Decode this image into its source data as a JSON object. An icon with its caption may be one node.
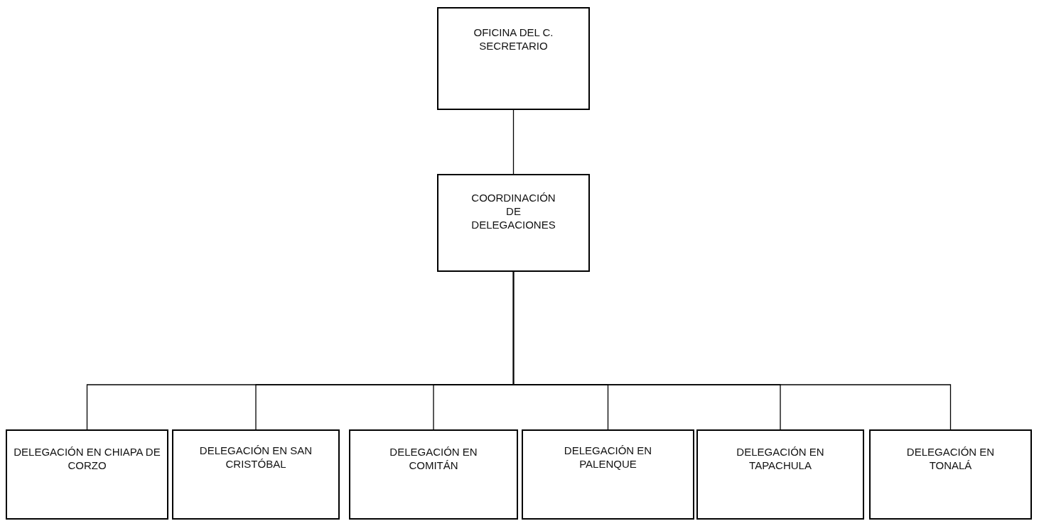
{
  "diagram": {
    "nodes": [
      {
        "text": [
          "OFICINA DEL C. SECRETARIO"
        ]
      },
      {
        "text": [
          "COORDINACIÓN DE DELEGACIONES"
        ]
      },
      {
        "text": [
          "DELEGACIÓN EN CHIAPA DE CORZO"
        ]
      },
      {
        "text": [
          "DELEGACIÓN EN SAN CRISTÓBAL"
        ]
      },
      {
        "text": [
          "DELEGACIÓN EN COMITÁN"
        ]
      },
      {
        "text": [
          "DELEGACIÓN EN PALENQUE"
        ]
      },
      {
        "text": [
          "DELEGACIÓN EN TAPACHULA"
        ]
      },
      {
        "text": [
          "DELEGACIÓN EN TONALÁ"
        ]
      }
    ],
    "edges": [
      {
        "from": 0,
        "to": 1,
        "arrow": "none"
      },
      {
        "from": 1,
        "to": 2,
        "arrow": "none"
      },
      {
        "from": 1,
        "to": 3,
        "arrow": "none"
      },
      {
        "from": 1,
        "to": 4,
        "arrow": "none"
      },
      {
        "from": 1,
        "to": 5,
        "arrow": "none"
      },
      {
        "from": 1,
        "to": 6,
        "arrow": "none"
      },
      {
        "from": 1,
        "to": 7,
        "arrow": "none"
      }
    ]
  }
}
